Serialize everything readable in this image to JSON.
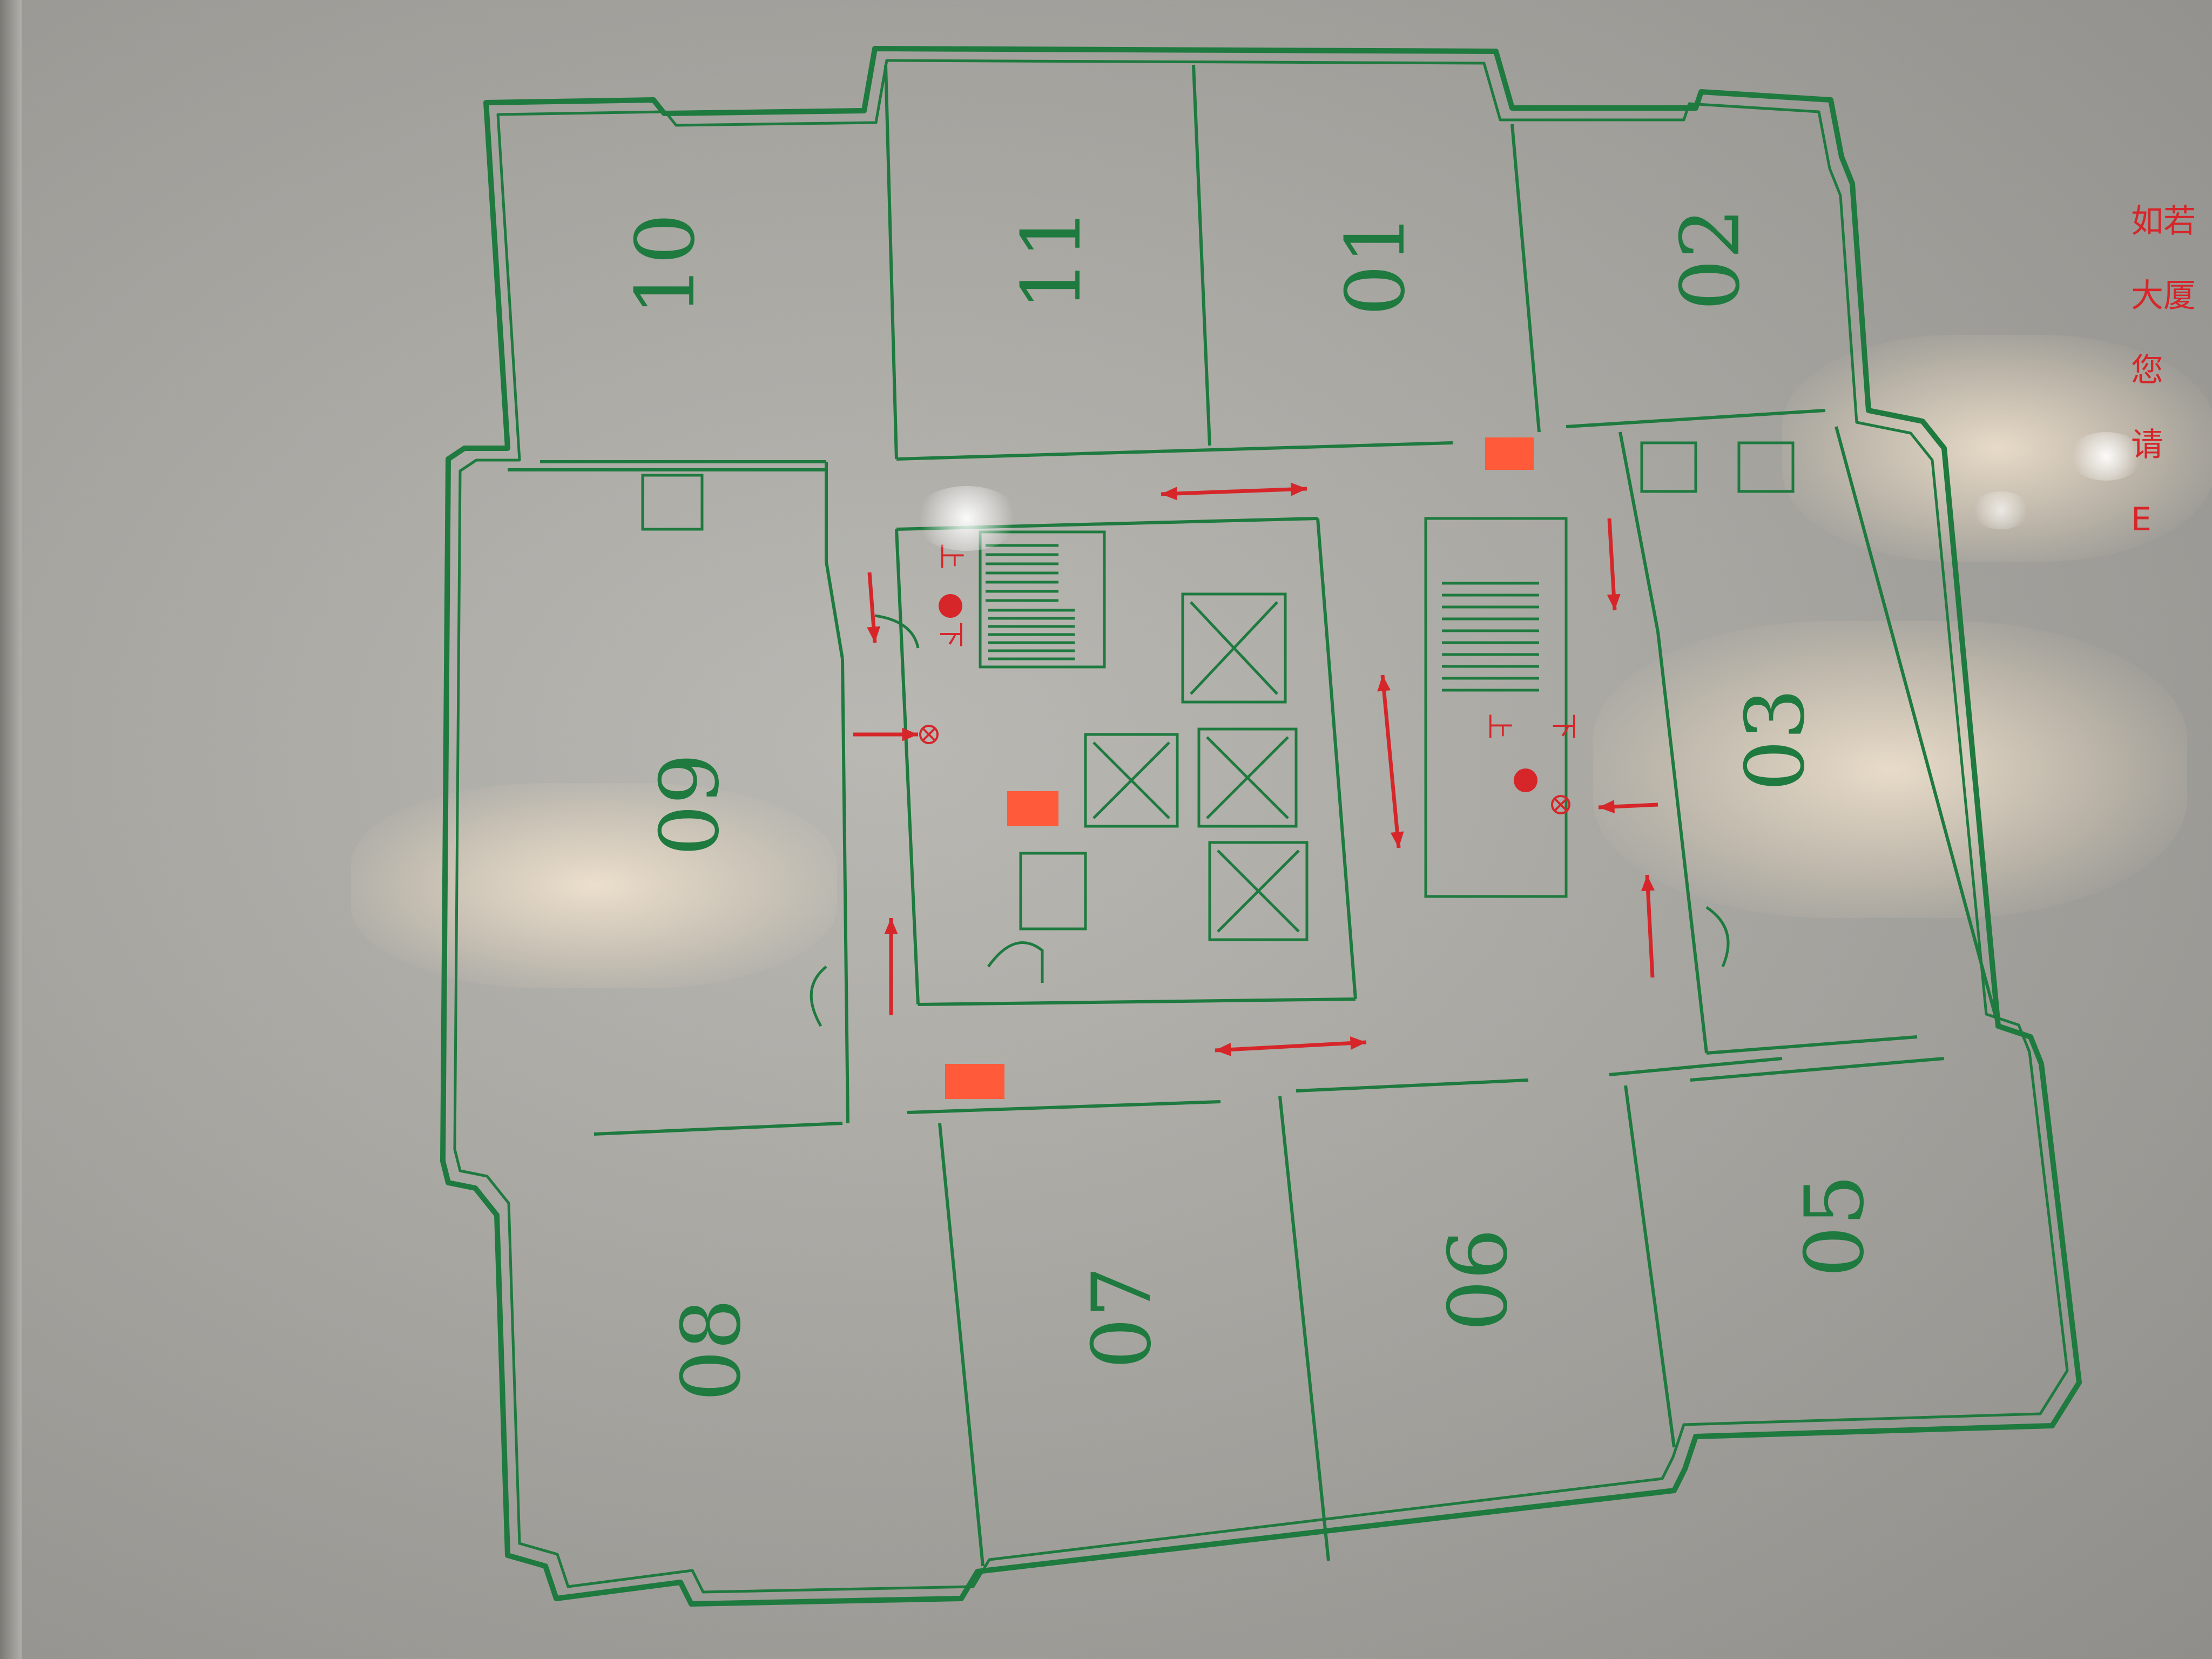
{
  "units": [
    "01",
    "02",
    "03",
    "05",
    "06",
    "07",
    "08",
    "09",
    "10",
    "11"
  ],
  "stair_labels": [
    "上",
    "下"
  ],
  "notice_lines": [
    "如若",
    "大厦",
    "您",
    "请",
    "E"
  ],
  "colors": {
    "wall": "#1e7a3e",
    "route": "#d6262a",
    "extinguisher": "#ff5a3a",
    "panel": "#a9a8a3"
  },
  "icons": [
    "fire-extinguisher-icon",
    "you-are-here-icon",
    "evacuation-arrow-icon",
    "elevator-icon",
    "stairs-icon",
    "fire-hydrant-icon"
  ]
}
